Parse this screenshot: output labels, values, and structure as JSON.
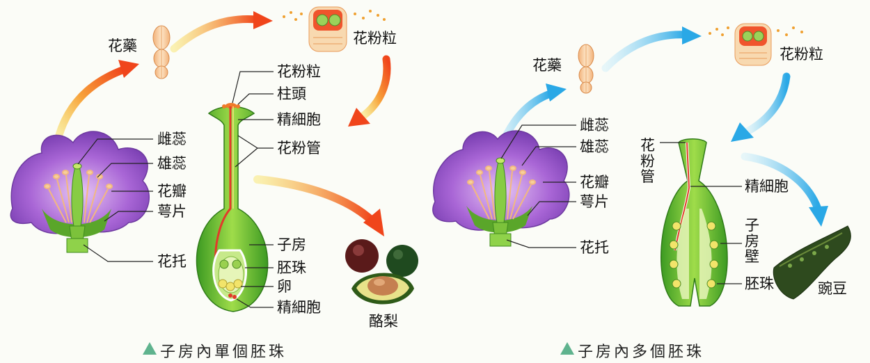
{
  "left_panel": {
    "top_labels": {
      "anther": "花藥",
      "pollen_grain": "花粉粒"
    },
    "flower_labels": {
      "pistil": "雌蕊",
      "stamen": "雄蕊",
      "petal": "花瓣",
      "sepal": "萼片",
      "receptacle": "花托"
    },
    "pistil_labels": {
      "pollen_grain": "花粉粒",
      "stigma": "柱頭",
      "sperm_top": "精細胞",
      "pollen_tube": "花粉管",
      "ovary": "子房",
      "ovule": "胚珠",
      "egg": "卵",
      "sperm_bottom": "精細胞"
    },
    "fruit_label": "酪梨",
    "caption": "子房內單個胚珠"
  },
  "right_panel": {
    "top_labels": {
      "anther": "花藥",
      "pollen_grain": "花粉粒"
    },
    "flower_labels": {
      "pistil": "雌蕊",
      "stamen": "雄蕊",
      "petal": "花瓣",
      "sepal": "萼片",
      "receptacle": "花托"
    },
    "pistil_labels": {
      "pollen_tube_vertical": [
        "花",
        "粉",
        "管"
      ],
      "sperm": "精細胞",
      "ovary_wall_vertical": [
        "子",
        "房",
        "壁"
      ],
      "ovule": "胚珠"
    },
    "fruit_label": "豌豆",
    "caption": "子房內多個胚珠"
  },
  "colors": {
    "orange_arrow": "#f05a1e",
    "blue_arrow": "#3fb6e8",
    "petal_purple": "#9a55c8",
    "pistil_green": "#4fae2e",
    "caption_triangle": "#5fb38e"
  }
}
